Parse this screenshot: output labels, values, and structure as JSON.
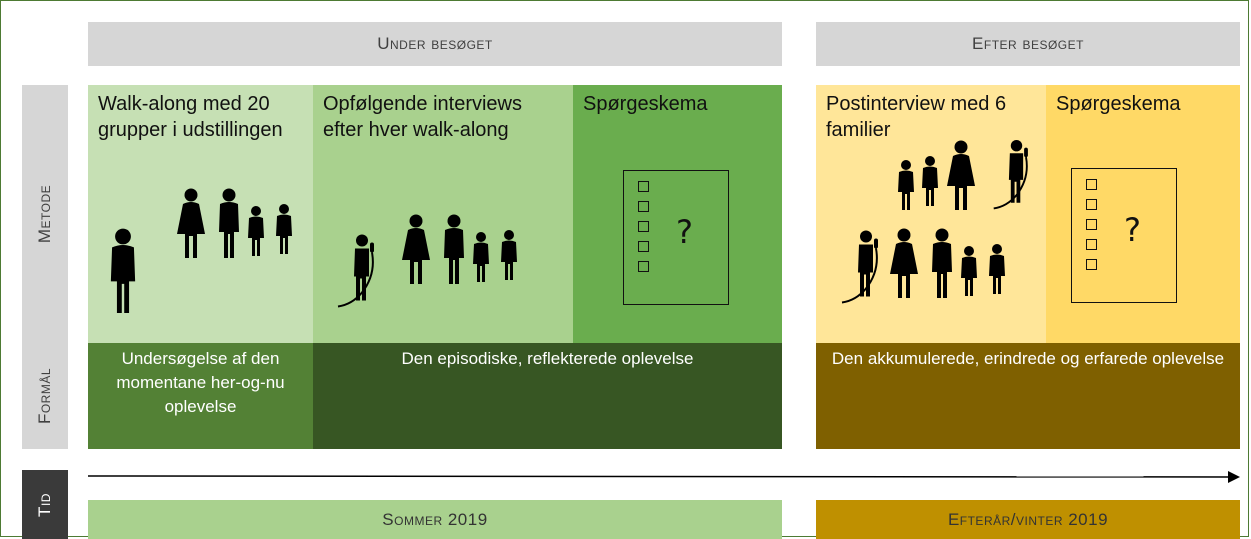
{
  "phases": {
    "during": "Under besøget",
    "after": "Efter besøget"
  },
  "rows": {
    "method": "Metode",
    "purpose": "Formål",
    "time": "Tid"
  },
  "methods": {
    "walk_along": "Walk-along med 20 grupper i udstillingen",
    "followup": "Opfølgende interviews efter hver walk-along",
    "survey_during": "Spørgeskema",
    "post_interview": "Postinterview med 6 familier",
    "survey_after": "Spørgeskema"
  },
  "survey_mark": "?",
  "purposes": {
    "momentary": "Undersøgelse af den momentane her-og-nu oplevelse",
    "episodic": "Den episodiske, reflekterede oplevelse",
    "accumulated": "Den akkumulerede, erindrede og erfarede oplevelse"
  },
  "time": {
    "summer": "Sommer 2019",
    "autumn": "Efterår/vinter 2019"
  },
  "colors": {
    "green_light": "#c6e0b4",
    "green_mid": "#a9d18e",
    "green_dark": "#6aad4e",
    "green_purpose_1": "#538135",
    "green_purpose_2": "#375623",
    "yellow_light": "#ffe699",
    "yellow_mid": "#ffd966",
    "brown_purpose": "#7f6000",
    "time_green": "#a9d18e",
    "time_brown": "#bf9000",
    "side_gray": "#d6d6d6",
    "side_dark": "#3a3a3a"
  }
}
